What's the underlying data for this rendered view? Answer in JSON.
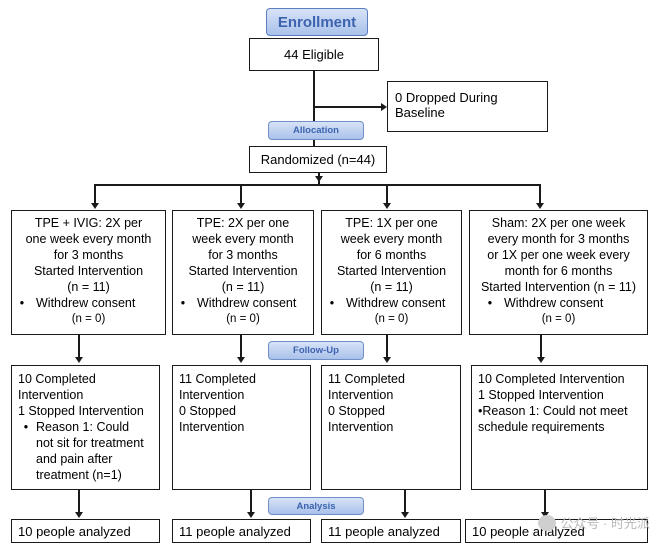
{
  "stages": {
    "enrollment": "Enrollment",
    "allocation": "Allocation",
    "followup": "Follow-Up",
    "analysis": "Analysis"
  },
  "eligible": "44 Eligible",
  "dropped": "0 Dropped During Baseline",
  "randomized": "Randomized (n=44)",
  "arms": [
    {
      "lines": [
        "TPE + IVIG: 2X per",
        "one week every month",
        "for 3 months",
        "Started Intervention",
        "(n = 11)"
      ],
      "withdrew": "Withdrew consent",
      "withdrew_n": "(n = 0)",
      "followup": [
        "10 Completed",
        "Intervention",
        "1 Stopped Intervention"
      ],
      "reason": [
        "Reason 1: Could",
        "not sit  for treatment",
        "and pain after",
        "treatment (n=1)"
      ],
      "analyzed": "10 people analyzed"
    },
    {
      "lines": [
        "TPE: 2X per one",
        "week every month",
        "for 3 months",
        "Started Intervention",
        "(n = 11)"
      ],
      "withdrew": "Withdrew consent",
      "withdrew_n": "(n = 0)",
      "followup": [
        "11 Completed",
        "Intervention",
        "0 Stopped",
        "Intervention"
      ],
      "reason": [],
      "analyzed": "11 people analyzed"
    },
    {
      "lines": [
        "TPE: 1X per one",
        "week every month",
        "for 6 months",
        "Started Intervention",
        "(n = 11)"
      ],
      "withdrew": "Withdrew consent",
      "withdrew_n": "(n = 0)",
      "followup": [
        "11 Completed",
        "Intervention",
        "0 Stopped",
        "Intervention"
      ],
      "reason": [],
      "analyzed": "11 people analyzed"
    },
    {
      "lines": [
        "Sham: 2X per one week",
        "every month for 3 months",
        "or 1X per one week every",
        "month for 6 months",
        "Started Intervention (n = 11)"
      ],
      "withdrew": "Withdrew consent",
      "withdrew_n": "(n = 0)",
      "followup": [
        "10 Completed Intervention",
        "1 Stopped Intervention",
        "•Reason 1: Could not meet",
        "schedule requirements"
      ],
      "reason": [],
      "analyzed": "10 people analyzed"
    }
  ],
  "watermark": "公众号 · 时光派"
}
